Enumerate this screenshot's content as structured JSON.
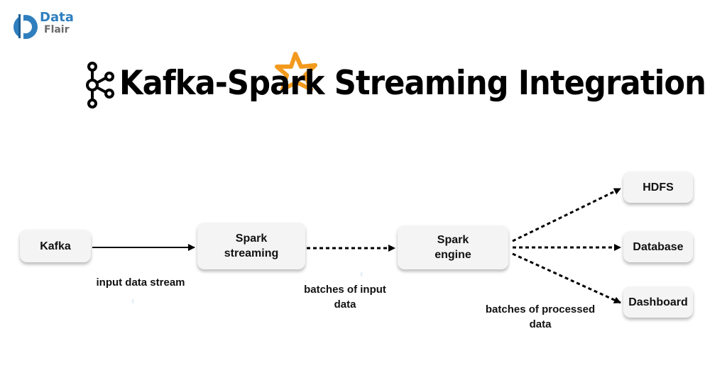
{
  "logo": {
    "word1": "Data",
    "word2": "Flair"
  },
  "title": "Kafka-Spark Streaming Integration",
  "nodes": {
    "kafka": "Kafka",
    "spark_streaming": "Spark\nstreaming",
    "spark_engine": "Spark\nengine",
    "hdfs": "HDFS",
    "database": "Database",
    "dashboard": "Dashboard"
  },
  "edge_labels": {
    "input_stream": "input data stream",
    "batches_input": "batches of input\ndata",
    "batches_processed": "batches of processed\ndata"
  },
  "colors": {
    "accent": "#2f7fbf",
    "star": "#f39a1e"
  }
}
